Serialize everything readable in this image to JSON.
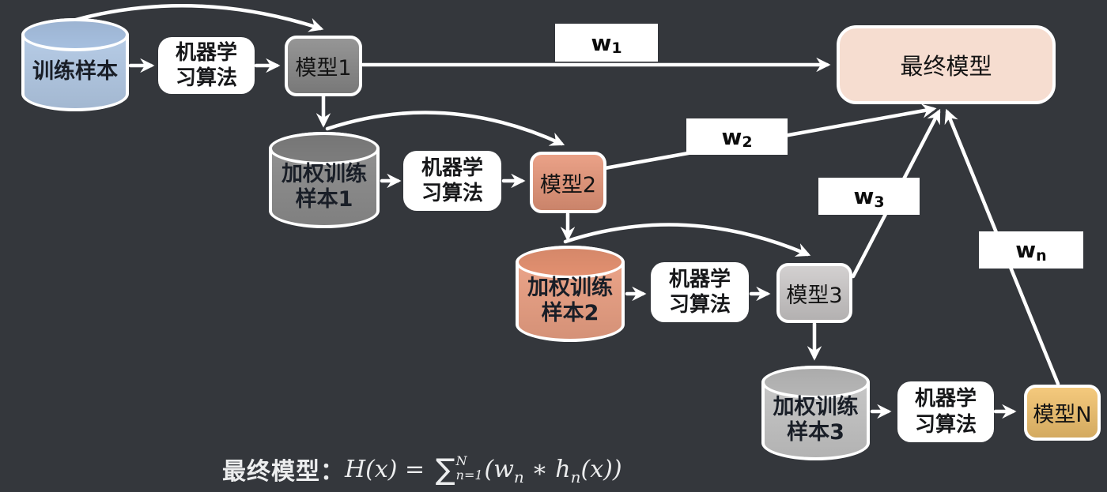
{
  "colors": {
    "background": "#34373c",
    "arrow": "#ffffff",
    "final_model_fill": "#f6ddd0"
  },
  "diagram": {
    "cylinders": [
      {
        "line1": "训练样本",
        "line2": "",
        "body_color": "#b6cde9",
        "top_color": "#a6bfdf"
      },
      {
        "line1": "加权训练",
        "line2": "样本1",
        "body_color": "#8e8e8e",
        "top_color": "#7d7d7d"
      },
      {
        "line1": "加权训练",
        "line2": "样本2",
        "body_color": "#eda285",
        "top_color": "#e29070"
      },
      {
        "line1": "加权训练",
        "line2": "样本3",
        "body_color": "#c7c7c7",
        "top_color": "#b6b6b6"
      }
    ],
    "ml_boxes": [
      {
        "line1": "机器学",
        "line2": "习算法"
      },
      {
        "line1": "机器学",
        "line2": "习算法"
      },
      {
        "line1": "机器学",
        "line2": "习算法"
      },
      {
        "line1": "机器学",
        "line2": "习算法"
      }
    ],
    "models": [
      {
        "label": "模型1",
        "color": "#8a8a8a"
      },
      {
        "label": "模型2",
        "color": "#e8977a"
      },
      {
        "label": "模型3",
        "color": "#cecbcb"
      },
      {
        "label": "模型N",
        "color": "#f3c36e"
      }
    ],
    "final_model": {
      "label": "最终模型",
      "color": "#f6ddd0"
    },
    "weights": [
      {
        "base": "w",
        "sub": "1"
      },
      {
        "base": "w",
        "sub": "2"
      },
      {
        "base": "w",
        "sub": "3"
      },
      {
        "base": "w",
        "sub": "n"
      }
    ],
    "formula": {
      "prefix": "最终模型：",
      "lhs": "H(x) = ",
      "sigma": "∑",
      "upper": "N",
      "lower": "n=1",
      "t1": "(w",
      "s1": "n",
      "t2": " ∗ h",
      "s2": "n",
      "t3": "(x))"
    }
  }
}
